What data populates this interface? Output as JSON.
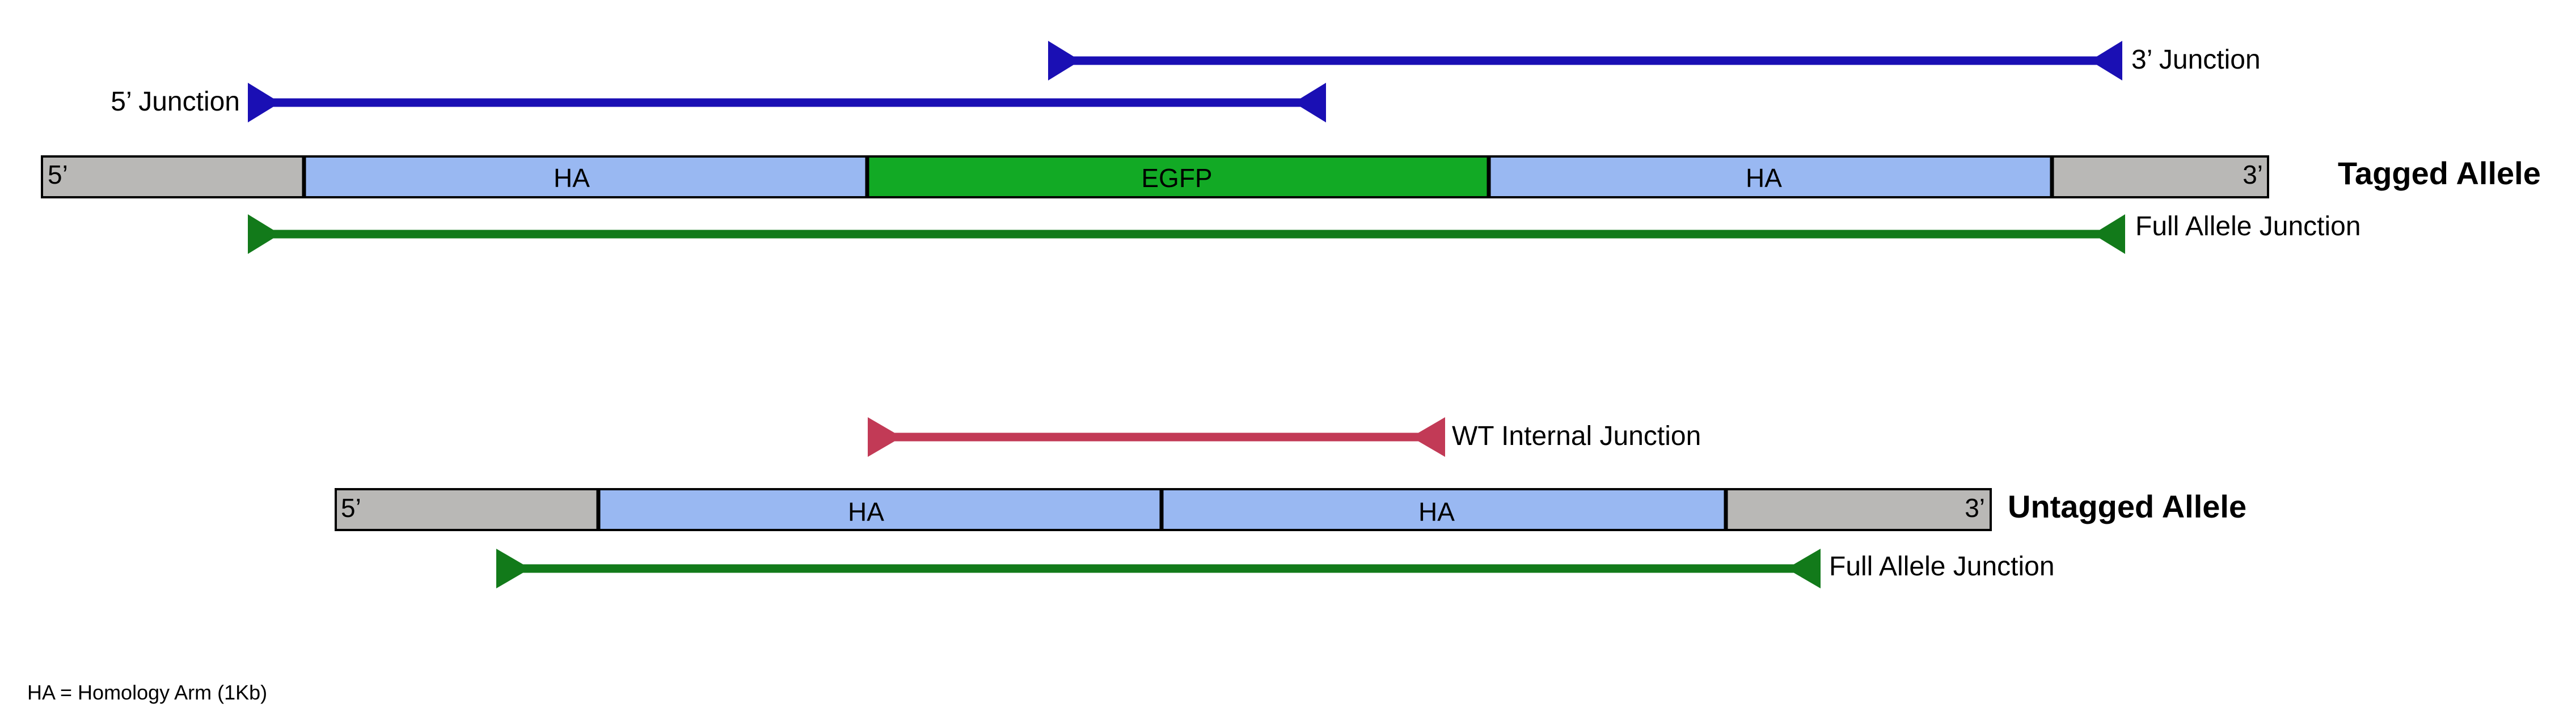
{
  "colors": {
    "flank": "#b9b8b6",
    "homology_arm": "#99b8f2",
    "egfp": "#12aa25",
    "junction_blue": "#1a0fb4",
    "full_allele_green": "#127a1a",
    "wt_internal_red": "#c23a56",
    "outline": "#000000"
  },
  "tagged_allele": {
    "label": "Tagged Allele",
    "left_end": "5’",
    "right_end": "3’",
    "segments": [
      "HA",
      "EGFP",
      "HA"
    ],
    "junctions": {
      "five_prime": "5’ Junction",
      "three_prime": "3’ Junction",
      "full": "Full Allele Junction"
    }
  },
  "untagged_allele": {
    "label": "Untagged Allele",
    "left_end": "5’",
    "right_end": "3’",
    "segments": [
      "HA",
      "HA"
    ],
    "junctions": {
      "wt_internal": "WT Internal Junction",
      "full": "Full Allele Junction"
    }
  },
  "footnote": "HA = Homology Arm (1Kb)"
}
